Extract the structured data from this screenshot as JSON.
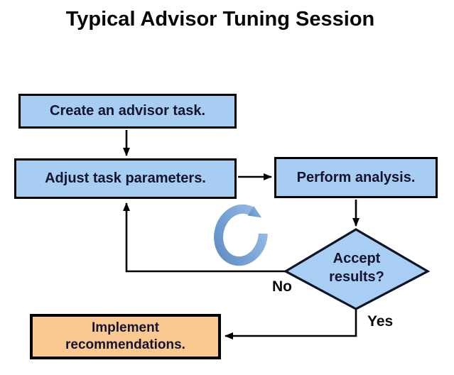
{
  "title": "Typical Advisor Tuning Session",
  "nodes": {
    "create": {
      "label": "Create an advisor task."
    },
    "adjust": {
      "label": "Adjust task parameters."
    },
    "perform": {
      "label": "Perform analysis."
    },
    "decision": {
      "label": "Accept results?"
    },
    "implement": {
      "label": "Implement recommendations."
    }
  },
  "edges": {
    "no_label": "No",
    "yes_label": "Yes"
  },
  "icons": {
    "cycle": "cycle-arrow-icon"
  },
  "colors": {
    "box_fill": "#a7cdf2",
    "box_border": "#000000",
    "diamond_fill": "#a9cef4",
    "diamond_border": "#0e1626",
    "accent_fill": "#fac891",
    "node_text": "#141430",
    "icon_blue_dark": "#5d8cc4",
    "icon_blue_light": "#9fc2e8"
  }
}
